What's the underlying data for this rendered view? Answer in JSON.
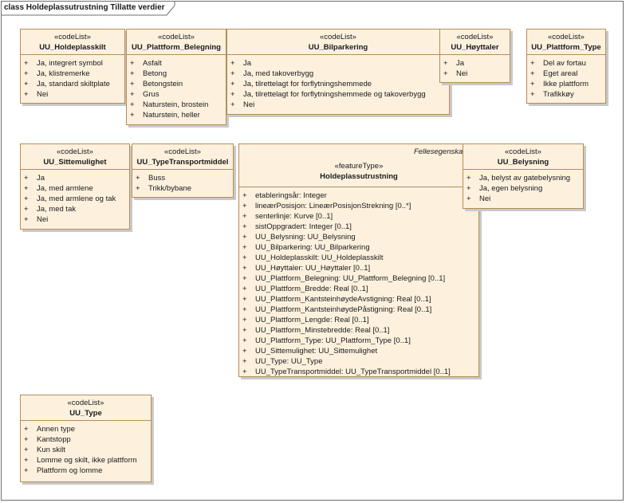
{
  "frame": {
    "title": "class Holdeplassutrustning Tillatte verdier"
  },
  "stereotypes": {
    "codelist": "«codeList»",
    "featuretype": "«featureType»"
  },
  "plus": "+",
  "classes": {
    "holdeplasskilt": {
      "name": "UU_Holdeplasskilt",
      "items": [
        "Ja, integrert symbol",
        "Ja, klistremerke",
        "Ja, standard skiltplate",
        "Nei"
      ]
    },
    "plattform_belegning": {
      "name": "UU_Plattform_Belegning",
      "items": [
        "Asfalt",
        "Betong",
        "Betongstein",
        "Grus",
        "Naturstein, brostein",
        "Naturstein, heller"
      ]
    },
    "bilparkering": {
      "name": "UU_Bilparkering",
      "items": [
        "Ja",
        "Ja, med takoverbygg",
        "Ja, tilrettelagt for forflytningshemmede",
        "Ja, tilrettelagt for forflytningshemmede og takoverbygg",
        "Nei"
      ]
    },
    "hoyttaler": {
      "name": "UU_Høyttaler",
      "items": [
        "Ja",
        "Nei"
      ]
    },
    "plattform_type": {
      "name": "UU_Plattform_Type",
      "items": [
        "Del av fortau",
        "Eget areal",
        "Ikke plattform",
        "Trafikkøy"
      ]
    },
    "sittemulighet": {
      "name": "UU_Sittemulighet",
      "items": [
        "Ja",
        "Ja, med armlene",
        "Ja, med armlene og tak",
        "Ja, med tak",
        "Nei"
      ]
    },
    "typetransportmiddel": {
      "name": "UU_TypeTransportmiddel",
      "items": [
        "Buss",
        "Trikk/bybane"
      ]
    },
    "holdeplassutrustning": {
      "package": "Fellesegenskaper",
      "name": "Holdeplassutrustning",
      "items": [
        "etableringsår: Integer",
        "lineærPosisjon: LineærPosisjonStrekning [0..*]",
        "senterlinje: Kurve [0..1]",
        "sistOppgradert: Integer [0..1]",
        "UU_Belysning: UU_Belysning",
        "UU_Bilparkering: UU_Bilparkering",
        "UU_Holdeplasskilt: UU_Holdeplasskilt",
        "UU_Høyttaler: UU_Høyttaler [0..1]",
        "UU_Plattform_Belegning: UU_Plattform_Belegning [0..1]",
        "UU_Plattform_Bredde: Real [0..1]",
        "UU_Plattform_KantsteinhøydeAvstigning: Real [0..1]",
        "UU_Plattform_KantsteinhøydePåstigning: Real [0..1]",
        "UU_Plattform_Lengde: Real [0..1]",
        "UU_Plattform_Minstebredde: Real [0..1]",
        "UU_Plattform_Type: UU_Plattform_Type [0..1]",
        "UU_Sittemulighet: UU_Sittemulighet",
        "UU_Type: UU_Type",
        "UU_TypeTransportmiddel: UU_TypeTransportmiddel [0..1]"
      ]
    },
    "belysning": {
      "name": "UU_Belysning",
      "items": [
        "Ja, belyst av gatebelysning",
        "Ja, egen belysning",
        "Nei"
      ]
    },
    "uu_type": {
      "name": "UU_Type",
      "items": [
        "Annen type",
        "Kantstopp",
        "Kun skilt",
        "Lomme og skilt, ikke plattform",
        "Plattform og lomme"
      ]
    }
  }
}
